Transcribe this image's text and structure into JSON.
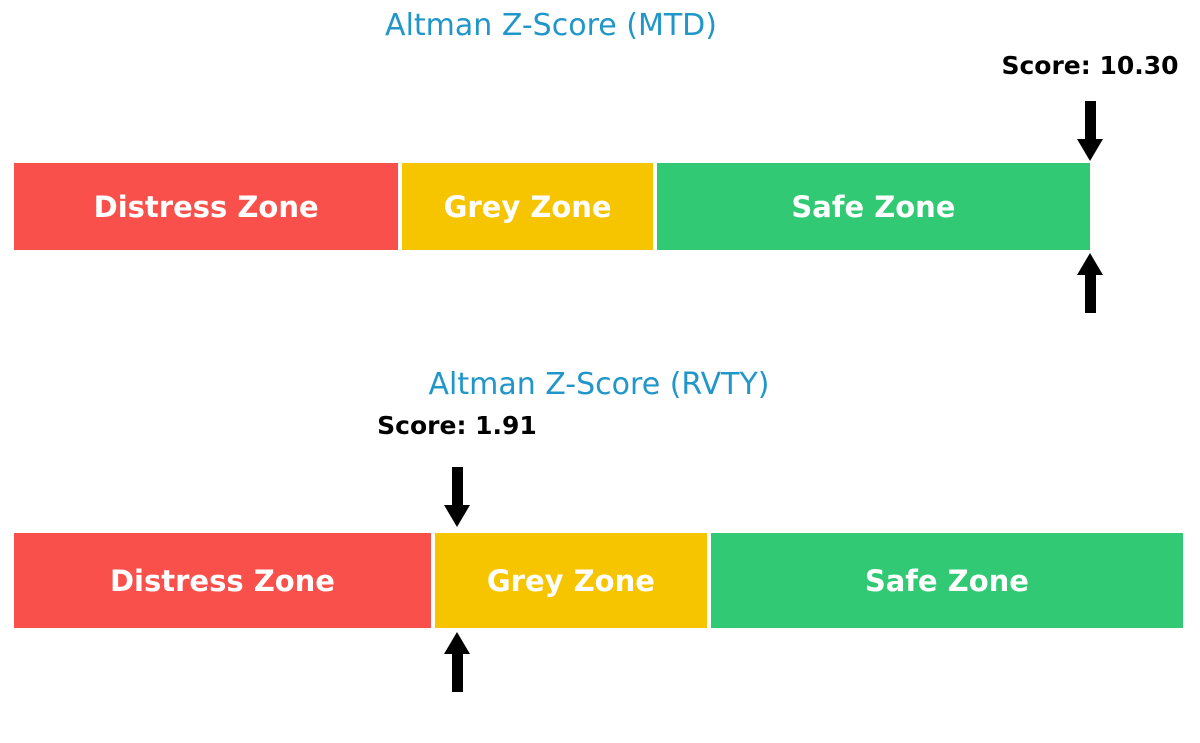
{
  "colors": {
    "title_blue": "#2196C9",
    "score_black": "#000000",
    "zone_text_white": "#FFFFFF",
    "arrow_black": "#000000",
    "background": "#FFFFFF"
  },
  "chart_data": [
    {
      "type": "bar",
      "id": "mtd",
      "title": "Altman Z-Score (MTD)",
      "ticker": "MTD",
      "score": 10.3,
      "score_label": "Score: 10.30",
      "xlim": [
        0,
        5.03
      ],
      "grid": false,
      "legend": "none",
      "zones": [
        {
          "label": "Distress Zone",
          "color": "#F9504C",
          "start": 0,
          "end": 1.81
        },
        {
          "label": "Grey Zone",
          "color": "#F6C500",
          "start": 1.81,
          "end": 2.99
        },
        {
          "label": "Safe Zone",
          "color": "#31C973",
          "start": 2.99,
          "end": 5.03
        }
      ],
      "marker": "score arrow clamped to right edge of Safe Zone"
    },
    {
      "type": "bar",
      "id": "rvty",
      "title": "Altman Z-Score (RVTY)",
      "ticker": "RVTY",
      "score": 1.91,
      "score_label": "Score: 1.91",
      "xlim": [
        0,
        5.04
      ],
      "grid": false,
      "legend": "none",
      "zones": [
        {
          "label": "Distress Zone",
          "color": "#F9504C",
          "start": 0,
          "end": 1.81
        },
        {
          "label": "Grey Zone",
          "color": "#F6C500",
          "start": 1.81,
          "end": 2.99
        },
        {
          "label": "Safe Zone",
          "color": "#31C973",
          "start": 2.99,
          "end": 5.04
        }
      ],
      "marker": "score arrow just inside Grey Zone"
    }
  ]
}
